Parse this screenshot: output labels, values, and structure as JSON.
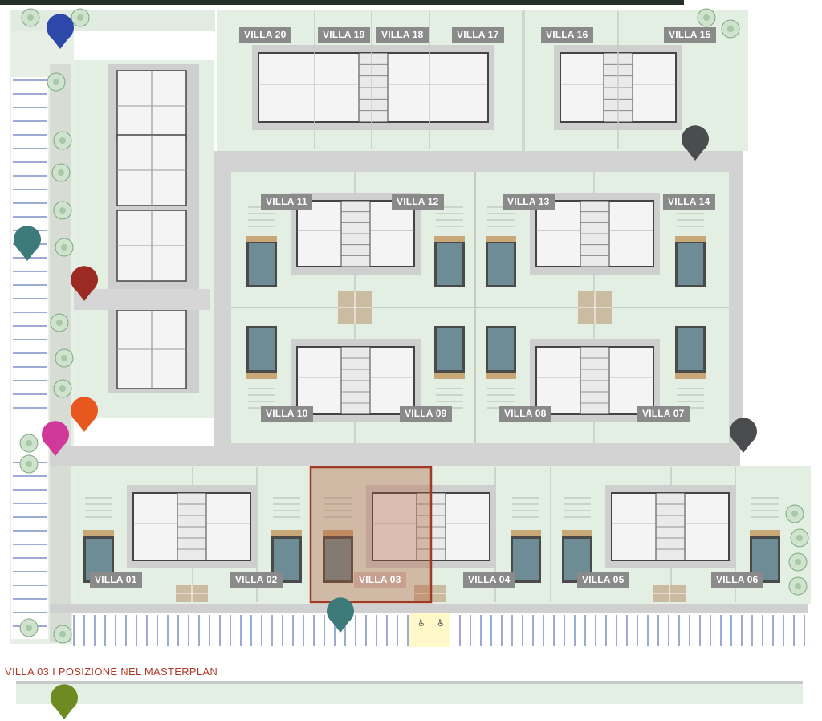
{
  "caption": "VILLA 03  I  POSIZIONE NEL MASTERPLAN",
  "highlighted": "VILLA 03",
  "colors": {
    "lawn": "#e4efe4",
    "path": "#c9c9c9",
    "building": "#f4f4f4",
    "wall": "#444444",
    "pool": "#6e8c96",
    "label_bg": "#8a8a8a",
    "highlight_fill": "#b05a30",
    "highlight_stroke": "#a03a26",
    "caption": "#b03a2a"
  },
  "villas": [
    {
      "label": "VILLA 20"
    },
    {
      "label": "VILLA 19"
    },
    {
      "label": "VILLA 18"
    },
    {
      "label": "VILLA 17"
    },
    {
      "label": "VILLA 16"
    },
    {
      "label": "VILLA 15"
    },
    {
      "label": "VILLA 11"
    },
    {
      "label": "VILLA 12"
    },
    {
      "label": "VILLA 13"
    },
    {
      "label": "VILLA 14"
    },
    {
      "label": "VILLA 10"
    },
    {
      "label": "VILLA 09"
    },
    {
      "label": "VILLA 08"
    },
    {
      "label": "VILLA 07"
    },
    {
      "label": "VILLA 01"
    },
    {
      "label": "VILLA 02"
    },
    {
      "label": "VILLA 03"
    },
    {
      "label": "VILLA 04"
    },
    {
      "label": "VILLA 05"
    },
    {
      "label": "VILLA 06"
    }
  ],
  "pins": [
    {
      "name": "blue-map-pin",
      "color": "#2d48a8"
    },
    {
      "name": "dark-gray-map-pin-top",
      "color": "#4a4c4e"
    },
    {
      "name": "teal-map-pin-left",
      "color": "#3d7a7a"
    },
    {
      "name": "dark-red-map-pin",
      "color": "#9a2a22"
    },
    {
      "name": "orange-map-pin",
      "color": "#e8581e"
    },
    {
      "name": "magenta-map-pin",
      "color": "#d0399a"
    },
    {
      "name": "dark-gray-map-pin-right",
      "color": "#4a4c4e"
    },
    {
      "name": "teal-map-pin-bottom",
      "color": "#3d7a7a"
    },
    {
      "name": "olive-map-pin",
      "color": "#6e8a22"
    }
  ]
}
